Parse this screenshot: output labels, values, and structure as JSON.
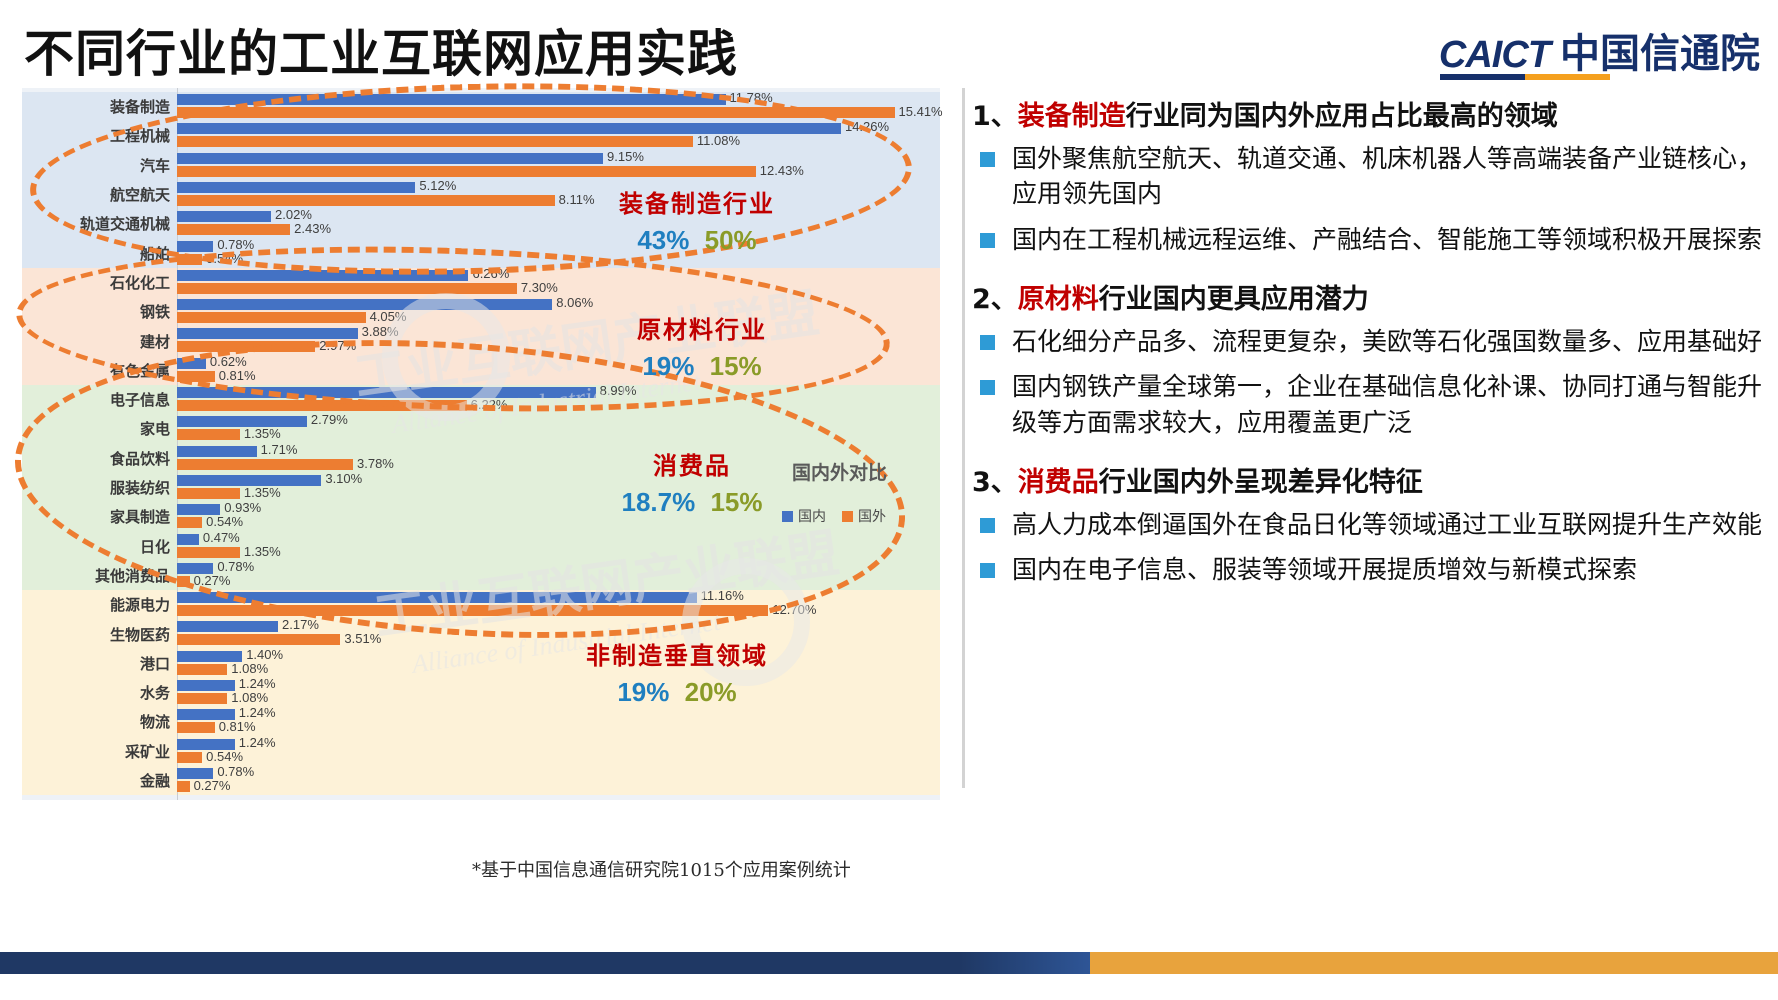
{
  "title": "不同行业的工业互联网应用实践",
  "logo": {
    "latin": "CAICT",
    "chinese": "中国信通院"
  },
  "chart_data": {
    "type": "bar",
    "orientation": "horizontal",
    "title": "国内外对比",
    "xlabel": "",
    "ylabel": "",
    "grid": false,
    "legend_position": "right-middle",
    "xlim": [
      0,
      16
    ],
    "categories": [
      "装备制造",
      "工程机械",
      "汽车",
      "航空航天",
      "轨道交通机械",
      "船舶",
      "石化化工",
      "钢铁",
      "建材",
      "有色金属",
      "电子信息",
      "家电",
      "食品饮料",
      "服装纺织",
      "家具制造",
      "日化",
      "其他消费品",
      "能源电力",
      "生物医药",
      "港口",
      "水务",
      "物流",
      "采矿业",
      "金融"
    ],
    "series": [
      {
        "name": "国内",
        "color": "#4472c4",
        "values": [
          11.78,
          14.26,
          9.15,
          5.12,
          2.02,
          0.78,
          6.26,
          8.06,
          3.88,
          0.62,
          8.99,
          2.79,
          1.71,
          3.1,
          0.93,
          0.47,
          0.78,
          11.16,
          2.17,
          1.4,
          1.24,
          1.24,
          1.24,
          0.78
        ],
        "labels": [
          "11.78%",
          "14.26%",
          "9.15%",
          "5.12%",
          "2.02%",
          "0.78%",
          "6.26%",
          "8.06%",
          "3.88%",
          "0.62%",
          "8.99%",
          "2.79%",
          "1.71%",
          "3.10%",
          "0.93%",
          "0.47%",
          "0.78%",
          "11.16%",
          "2.17%",
          "1.40%",
          "1.24%",
          "1.24%",
          "1.24%",
          "0.78%"
        ]
      },
      {
        "name": "国外",
        "color": "#ed7d31",
        "values": [
          15.41,
          11.08,
          12.43,
          8.11,
          2.43,
          0.54,
          7.3,
          4.05,
          2.97,
          0.81,
          6.22,
          1.35,
          3.78,
          1.35,
          0.54,
          1.35,
          0.27,
          12.7,
          3.51,
          1.08,
          1.08,
          0.81,
          0.54,
          0.27
        ],
        "labels": [
          "15.41%",
          "11.08%",
          "12.43%",
          "8.11%",
          "2.43%",
          "0.54%",
          "7.30%",
          "4.05%",
          "2.97%",
          "0.81%",
          "6.22%",
          "1.35%",
          "3.78%",
          "1.35%",
          "0.54%",
          "1.35%",
          "0.27%",
          "12.70%",
          "3.51%",
          "1.08%",
          "1.08%",
          "0.81%",
          "0.54%",
          "0.27%"
        ]
      }
    ],
    "groups": [
      {
        "name": "装备制造行业",
        "domestic": "43%",
        "foreign": "50%",
        "band_color": "#dce6f2",
        "start": 0,
        "count": 6
      },
      {
        "name": "原材料行业",
        "domestic": "19%",
        "foreign": "15%",
        "band_color": "#fbe5d6",
        "start": 6,
        "count": 4
      },
      {
        "name": "消费品",
        "domestic": "18.7%",
        "foreign": "15%",
        "band_color": "#e2efda",
        "start": 10,
        "count": 7
      },
      {
        "name": "非制造垂直领域",
        "domestic": "19%",
        "foreign": "20%",
        "band_color": "#fdf2d8",
        "start": 17,
        "count": 7
      }
    ],
    "footnote": "*基于中国信息通信研究院1015个应用案例统计"
  },
  "watermarks": [
    {
      "cn": "工业互联网产业联盟",
      "en": "Alliance of Industrial Internet"
    },
    {
      "cn": "工业互联网产业联盟",
      "en": "Alliance of Industrial Internet"
    }
  ],
  "right_panel": {
    "sections": [
      {
        "number": "1、",
        "highlight": "装备制造",
        "rest": "行业同为国内外应用占比最高的领域",
        "bullets": [
          "国外聚焦航空航天、轨道交通、机床机器人等高端装备产业链核心，应用领先国内",
          "国内在工程机械远程运维、产融结合、智能施工等领域积极开展探索"
        ]
      },
      {
        "number": "2、",
        "highlight": "原材料",
        "rest": "行业国内更具应用潜力",
        "bullets": [
          "石化细分产品多、流程更复杂，美欧等石化强国数量多、应用基础好",
          "国内钢铁产量全球第一，企业在基础信息化补课、协同打通与智能升级等方面需求较大，应用覆盖更广泛"
        ]
      },
      {
        "number": "3、",
        "highlight": "消费品",
        "rest": "行业国内外呈现差异化特征",
        "bullets": [
          "高人力成本倒逼国外在食品日化等领域通过工业互联网提升生产效能",
          "国内在电子信息、服装等领域开展提质增效与新模式探索"
        ]
      }
    ]
  },
  "colors": {
    "domestic_blue": "#4472c4",
    "foreign_orange": "#ed7d31",
    "highlight_red": "#c00000",
    "brand_navy": "#16306b",
    "bullet_blue": "#2e9bd6",
    "group_num_blue": "#1f7fc0",
    "group_num_green": "#8a9b28"
  }
}
